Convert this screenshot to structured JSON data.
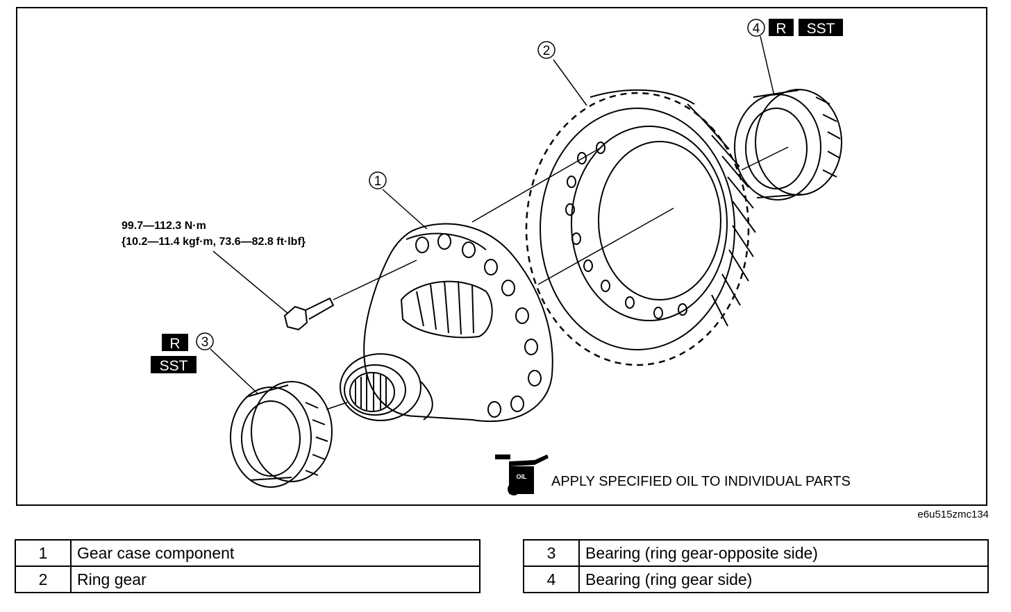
{
  "figure": {
    "id_code": "e6u515zmc134",
    "torque_line1": "99.7—112.3 N·m",
    "torque_line2": "{10.2—11.4 kgf·m, 73.6—82.8 ft·lbf}",
    "oil_note": "APPLY SPECIFIED OIL TO INDIVIDUAL PARTS",
    "oil_icon_label": "OIL",
    "callouts": [
      "1",
      "2",
      "3",
      "4"
    ],
    "badge_r": "R",
    "badge_sst": "SST"
  },
  "parts_table_left": [
    {
      "num": "1",
      "name": "Gear case component"
    },
    {
      "num": "2",
      "name": "Ring gear"
    }
  ],
  "parts_table_right": [
    {
      "num": "3",
      "name": "Bearing (ring gear-opposite side)"
    },
    {
      "num": "4",
      "name": "Bearing (ring gear side)"
    }
  ]
}
